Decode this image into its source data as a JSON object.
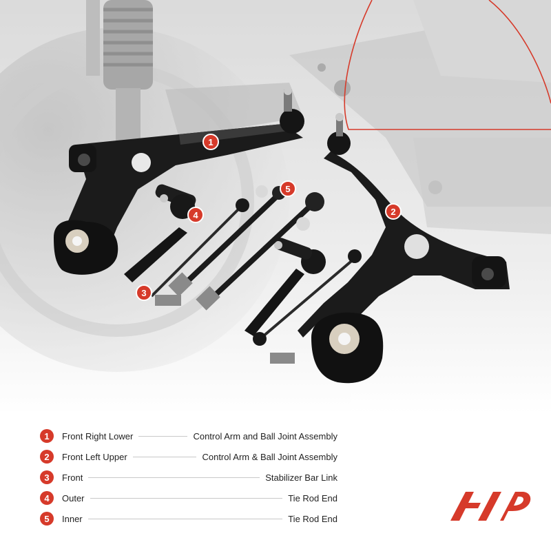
{
  "colors": {
    "accent": "#d63a2a",
    "text": "#222222",
    "part_black": "#1b1b1b"
  },
  "callouts": [
    "1",
    "2",
    "3",
    "4",
    "5"
  ],
  "legend": [
    {
      "number": "1",
      "left": "Front Right Lower",
      "right": "Control Arm and Ball Joint Assembly"
    },
    {
      "number": "2",
      "left": "Front Left Upper",
      "right": "Control Arm & Ball Joint Assembly"
    },
    {
      "number": "3",
      "left": "Front",
      "right": "Stabilizer Bar Link"
    },
    {
      "number": "4",
      "left": "Outer",
      "right": "Tie Rod End"
    },
    {
      "number": "5",
      "left": "Inner",
      "right": "Tie Rod End"
    }
  ],
  "logo": {
    "icon": "brand-logo-icon"
  }
}
